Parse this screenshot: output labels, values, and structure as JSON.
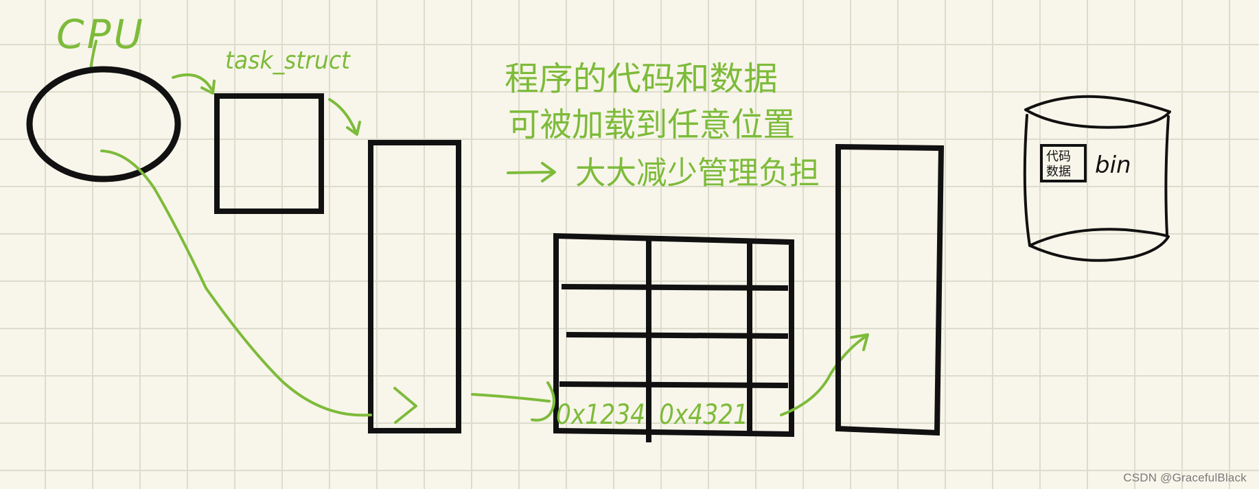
{
  "labels": {
    "cpu": "CPU",
    "task_struct": "task_struct",
    "note_line1": "程序的代码和数据",
    "note_line2": "可被加载到任意位置",
    "note_line3": "大大减少管理负担",
    "addr_virtual": "0x1234",
    "addr_physical": "0x4321",
    "disk_icon_line1": "代码",
    "disk_icon_line2": "数据",
    "disk_label": "bin"
  },
  "colors": {
    "ink": "#111111",
    "annotation": "#7dbb3a",
    "paper": "#f8f5ea",
    "grid": "#dcdccc"
  },
  "watermark": "CSDN @GracefulBlack"
}
